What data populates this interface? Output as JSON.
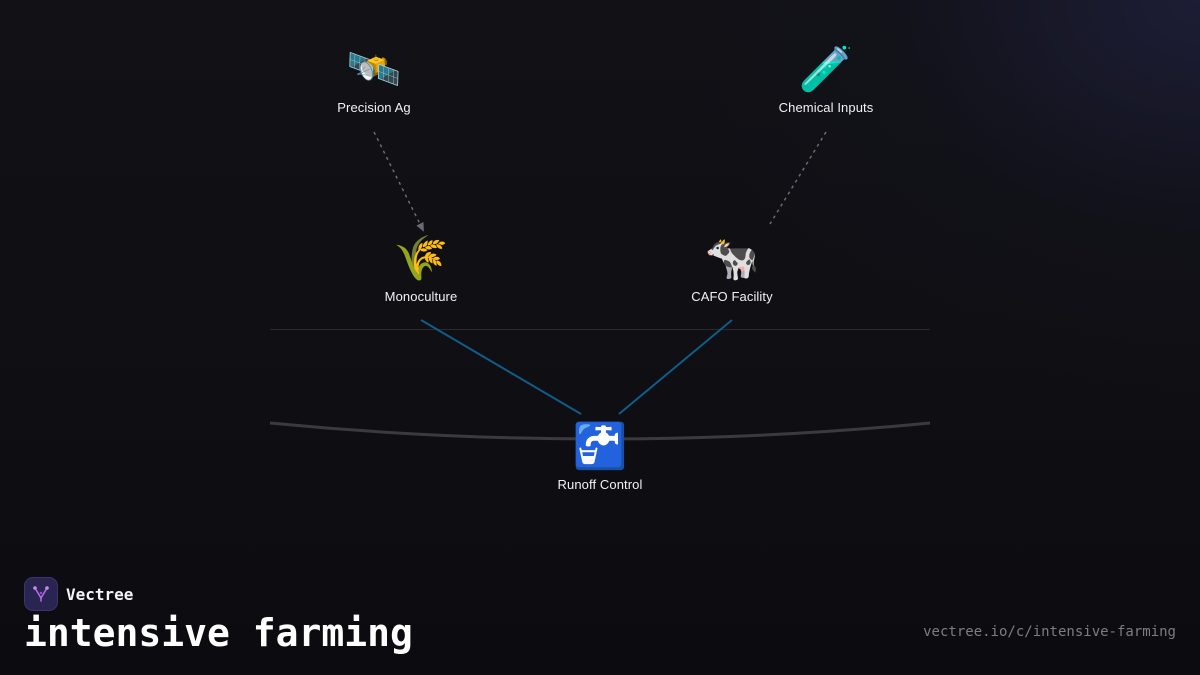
{
  "brand": {
    "name": "Vectree",
    "logo_icon": "vectree-tree-icon",
    "logo_color": "#b06be8"
  },
  "title": "intensive farming",
  "url": "vectree.io/c/intensive-farming",
  "colors": {
    "background": "#0f0f13",
    "node_label": "#f2f2f4",
    "dotted_edge": "#6a6a72",
    "solid_edge": "#0f5c8a",
    "arc": "#3a3a40",
    "divider": "#2a2a30"
  },
  "nodes": [
    {
      "id": "precision-ag",
      "label": "Precision Ag",
      "icon": "🛰️",
      "icon_name": "satellite-icon"
    },
    {
      "id": "chemical-inputs",
      "label": "Chemical Inputs",
      "icon": "🧪",
      "icon_name": "test-tube-icon"
    },
    {
      "id": "monoculture",
      "label": "Monoculture",
      "icon": "🌾",
      "icon_name": "wheat-icon"
    },
    {
      "id": "cafo-facility",
      "label": "CAFO Facility",
      "icon": "🐄",
      "icon_name": "cow-icon"
    },
    {
      "id": "runoff-control",
      "label": "Runoff Control",
      "icon": "🚰",
      "icon_name": "water-tap-icon"
    }
  ],
  "edges": [
    {
      "from": "precision-ag",
      "to": "monoculture",
      "style": "dotted",
      "arrow": true
    },
    {
      "from": "chemical-inputs",
      "to": "cafo-facility",
      "style": "dotted",
      "arrow": false
    },
    {
      "from": "monoculture",
      "to": "runoff-control",
      "style": "solid",
      "arrow": false
    },
    {
      "from": "cafo-facility",
      "to": "runoff-control",
      "style": "solid",
      "arrow": false
    }
  ]
}
